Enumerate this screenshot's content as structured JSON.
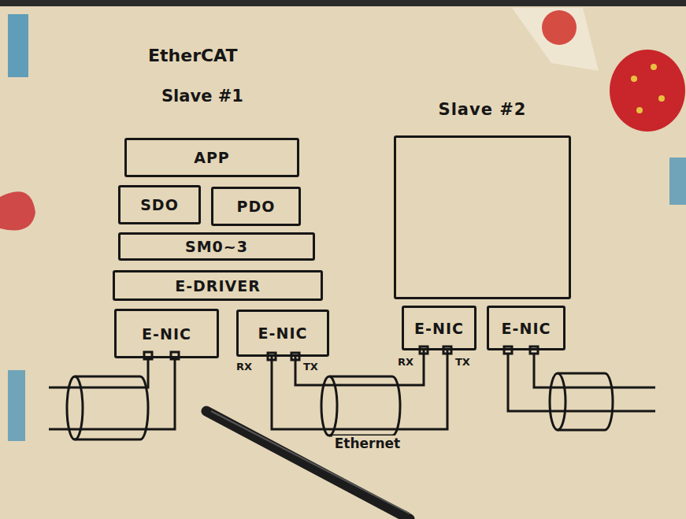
{
  "diagram": {
    "title": "EtherCAT",
    "nodes": [
      {
        "text": [
          "APP"
        ]
      },
      {
        "text": [
          "SDO"
        ]
      },
      {
        "text": [
          "PDO"
        ]
      },
      {
        "text": [
          "SM0~3"
        ]
      },
      {
        "text": [
          "E-DRIVER"
        ]
      },
      {
        "text": [
          "E-NIC"
        ]
      },
      {
        "text": [
          "E-NIC"
        ]
      },
      {
        "text": [
          "Slave #2"
        ]
      },
      {
        "text": [
          "E-NIC"
        ]
      },
      {
        "text": [
          "E-NIC"
        ]
      }
    ],
    "edges": [
      {
        "from": 6,
        "to": 8,
        "arrow": "none",
        "label": "Ethernet"
      }
    ],
    "labels": [
      "Slave #1",
      "RX",
      "TX",
      "RX",
      "TX"
    ]
  }
}
